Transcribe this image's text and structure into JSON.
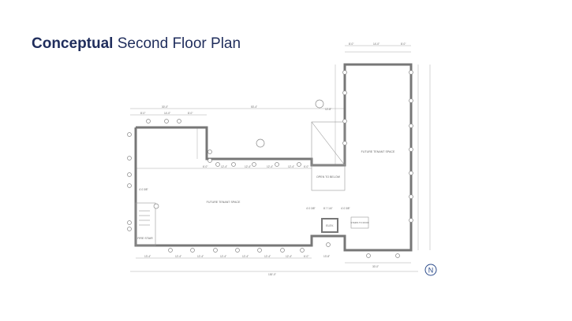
{
  "title": {
    "bold": "Conceptual",
    "rest": "Second Floor Plan"
  },
  "plan": {
    "labels": {
      "tenant_left": "FUTURE TENANT SPACE",
      "tenant_right": "FUTURE TENANT SPACE",
      "open_below": "OPEN TO BELOW",
      "fire_stair": "FIRE STAIR",
      "elevator": "ELEV.",
      "stairs_note": "STAIRS TO ROOF"
    },
    "dimensions": {
      "left_total": "30'-0\"",
      "left_a": "8'-0\"",
      "left_b": "14'-0\"",
      "left_c": "8'-0\"",
      "top_run": "53'-4\"",
      "top_seg": "12'-4\"",
      "top_end": "6'-0\"",
      "tower_top_a": "8'-0\"",
      "tower_top_b": "14'-0\"",
      "tower_top_c": "8'-0\"",
      "tower_right": "12'-8\"",
      "bottom_total": "130'-0\"",
      "bottom_first": "13'-4\"",
      "bottom_seg": "12'-4\"",
      "bottom_end": "6'-0\"",
      "bottom_stair": "13'-8\"",
      "bottom_right_total": "30'-0\"",
      "stair_a": "4'-0 3/8\"",
      "stair_b": "8'-7 1/4\"",
      "stair_c": "4'-0 3/8\"",
      "left_stair": "4'-0 3/8\""
    },
    "compass": "N"
  }
}
